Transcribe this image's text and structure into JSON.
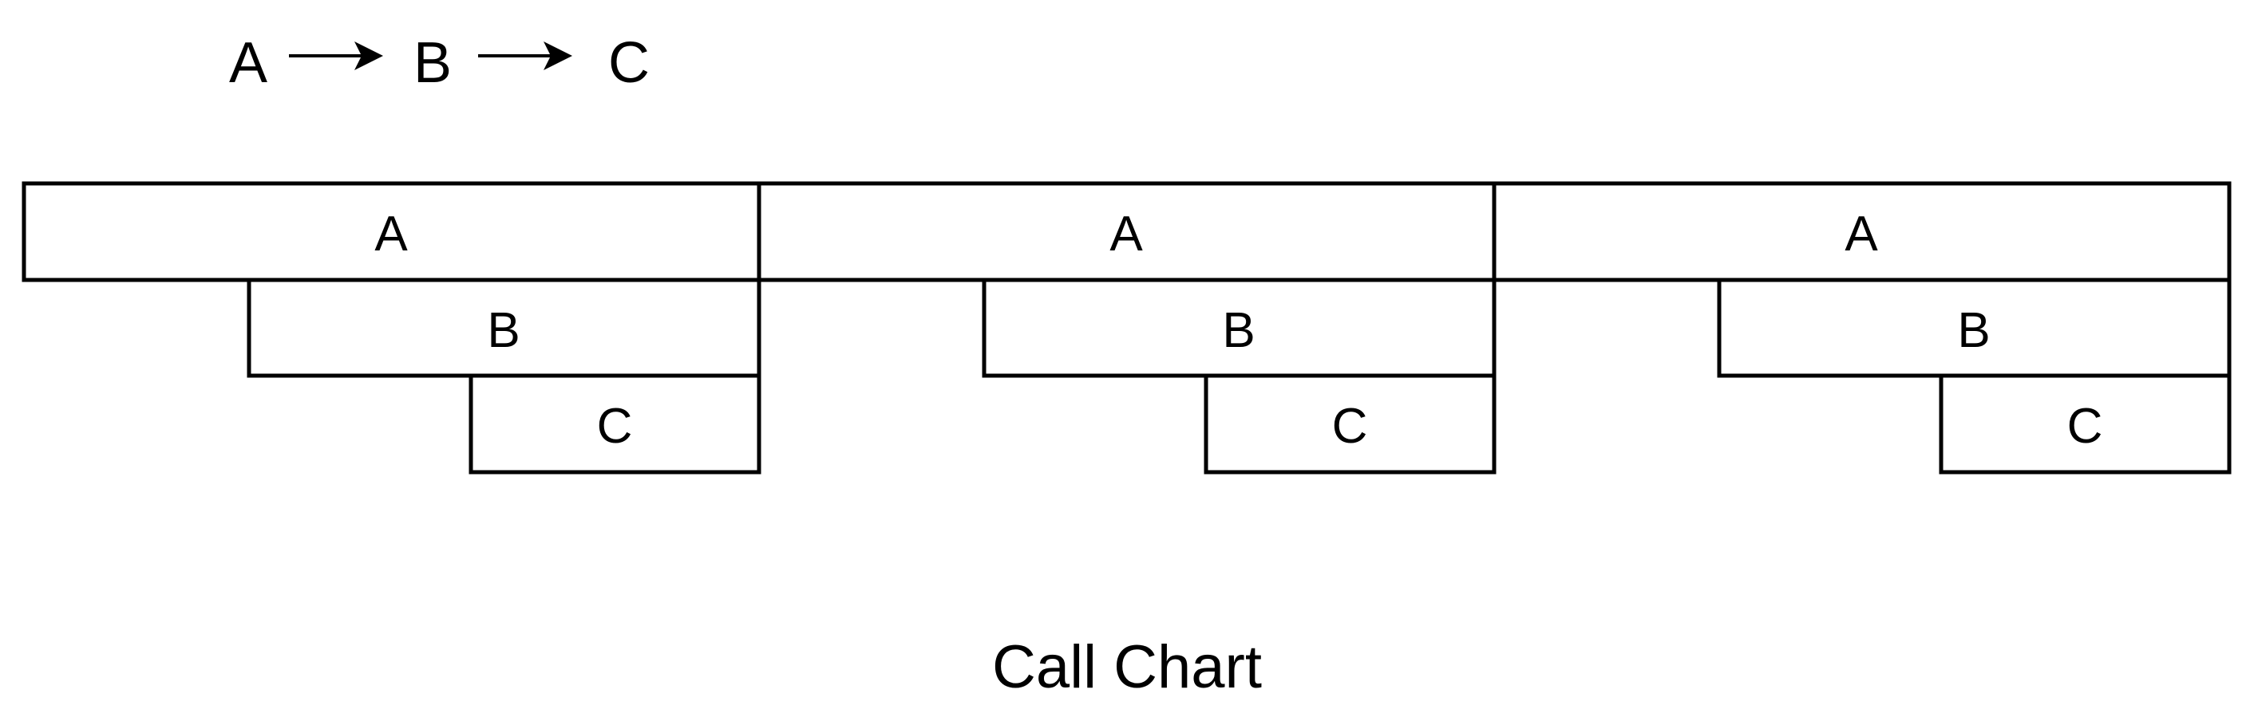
{
  "diagram": {
    "background": "#ffffff",
    "line_color": "#000000",
    "text_color": "#000000",
    "call_sequence": {
      "nodes": [
        "A",
        "B",
        "C"
      ],
      "arrow_icon": "arrow-right-icon"
    },
    "call_chart": {
      "title": "Call Chart",
      "groups": [
        {
          "frames": [
            {
              "label": "A",
              "depth": 0
            },
            {
              "label": "B",
              "depth": 1
            },
            {
              "label": "C",
              "depth": 2
            }
          ]
        },
        {
          "frames": [
            {
              "label": "A",
              "depth": 0
            },
            {
              "label": "B",
              "depth": 1
            },
            {
              "label": "C",
              "depth": 2
            }
          ]
        },
        {
          "frames": [
            {
              "label": "A",
              "depth": 0
            },
            {
              "label": "B",
              "depth": 1
            },
            {
              "label": "C",
              "depth": 2
            }
          ]
        }
      ]
    }
  }
}
